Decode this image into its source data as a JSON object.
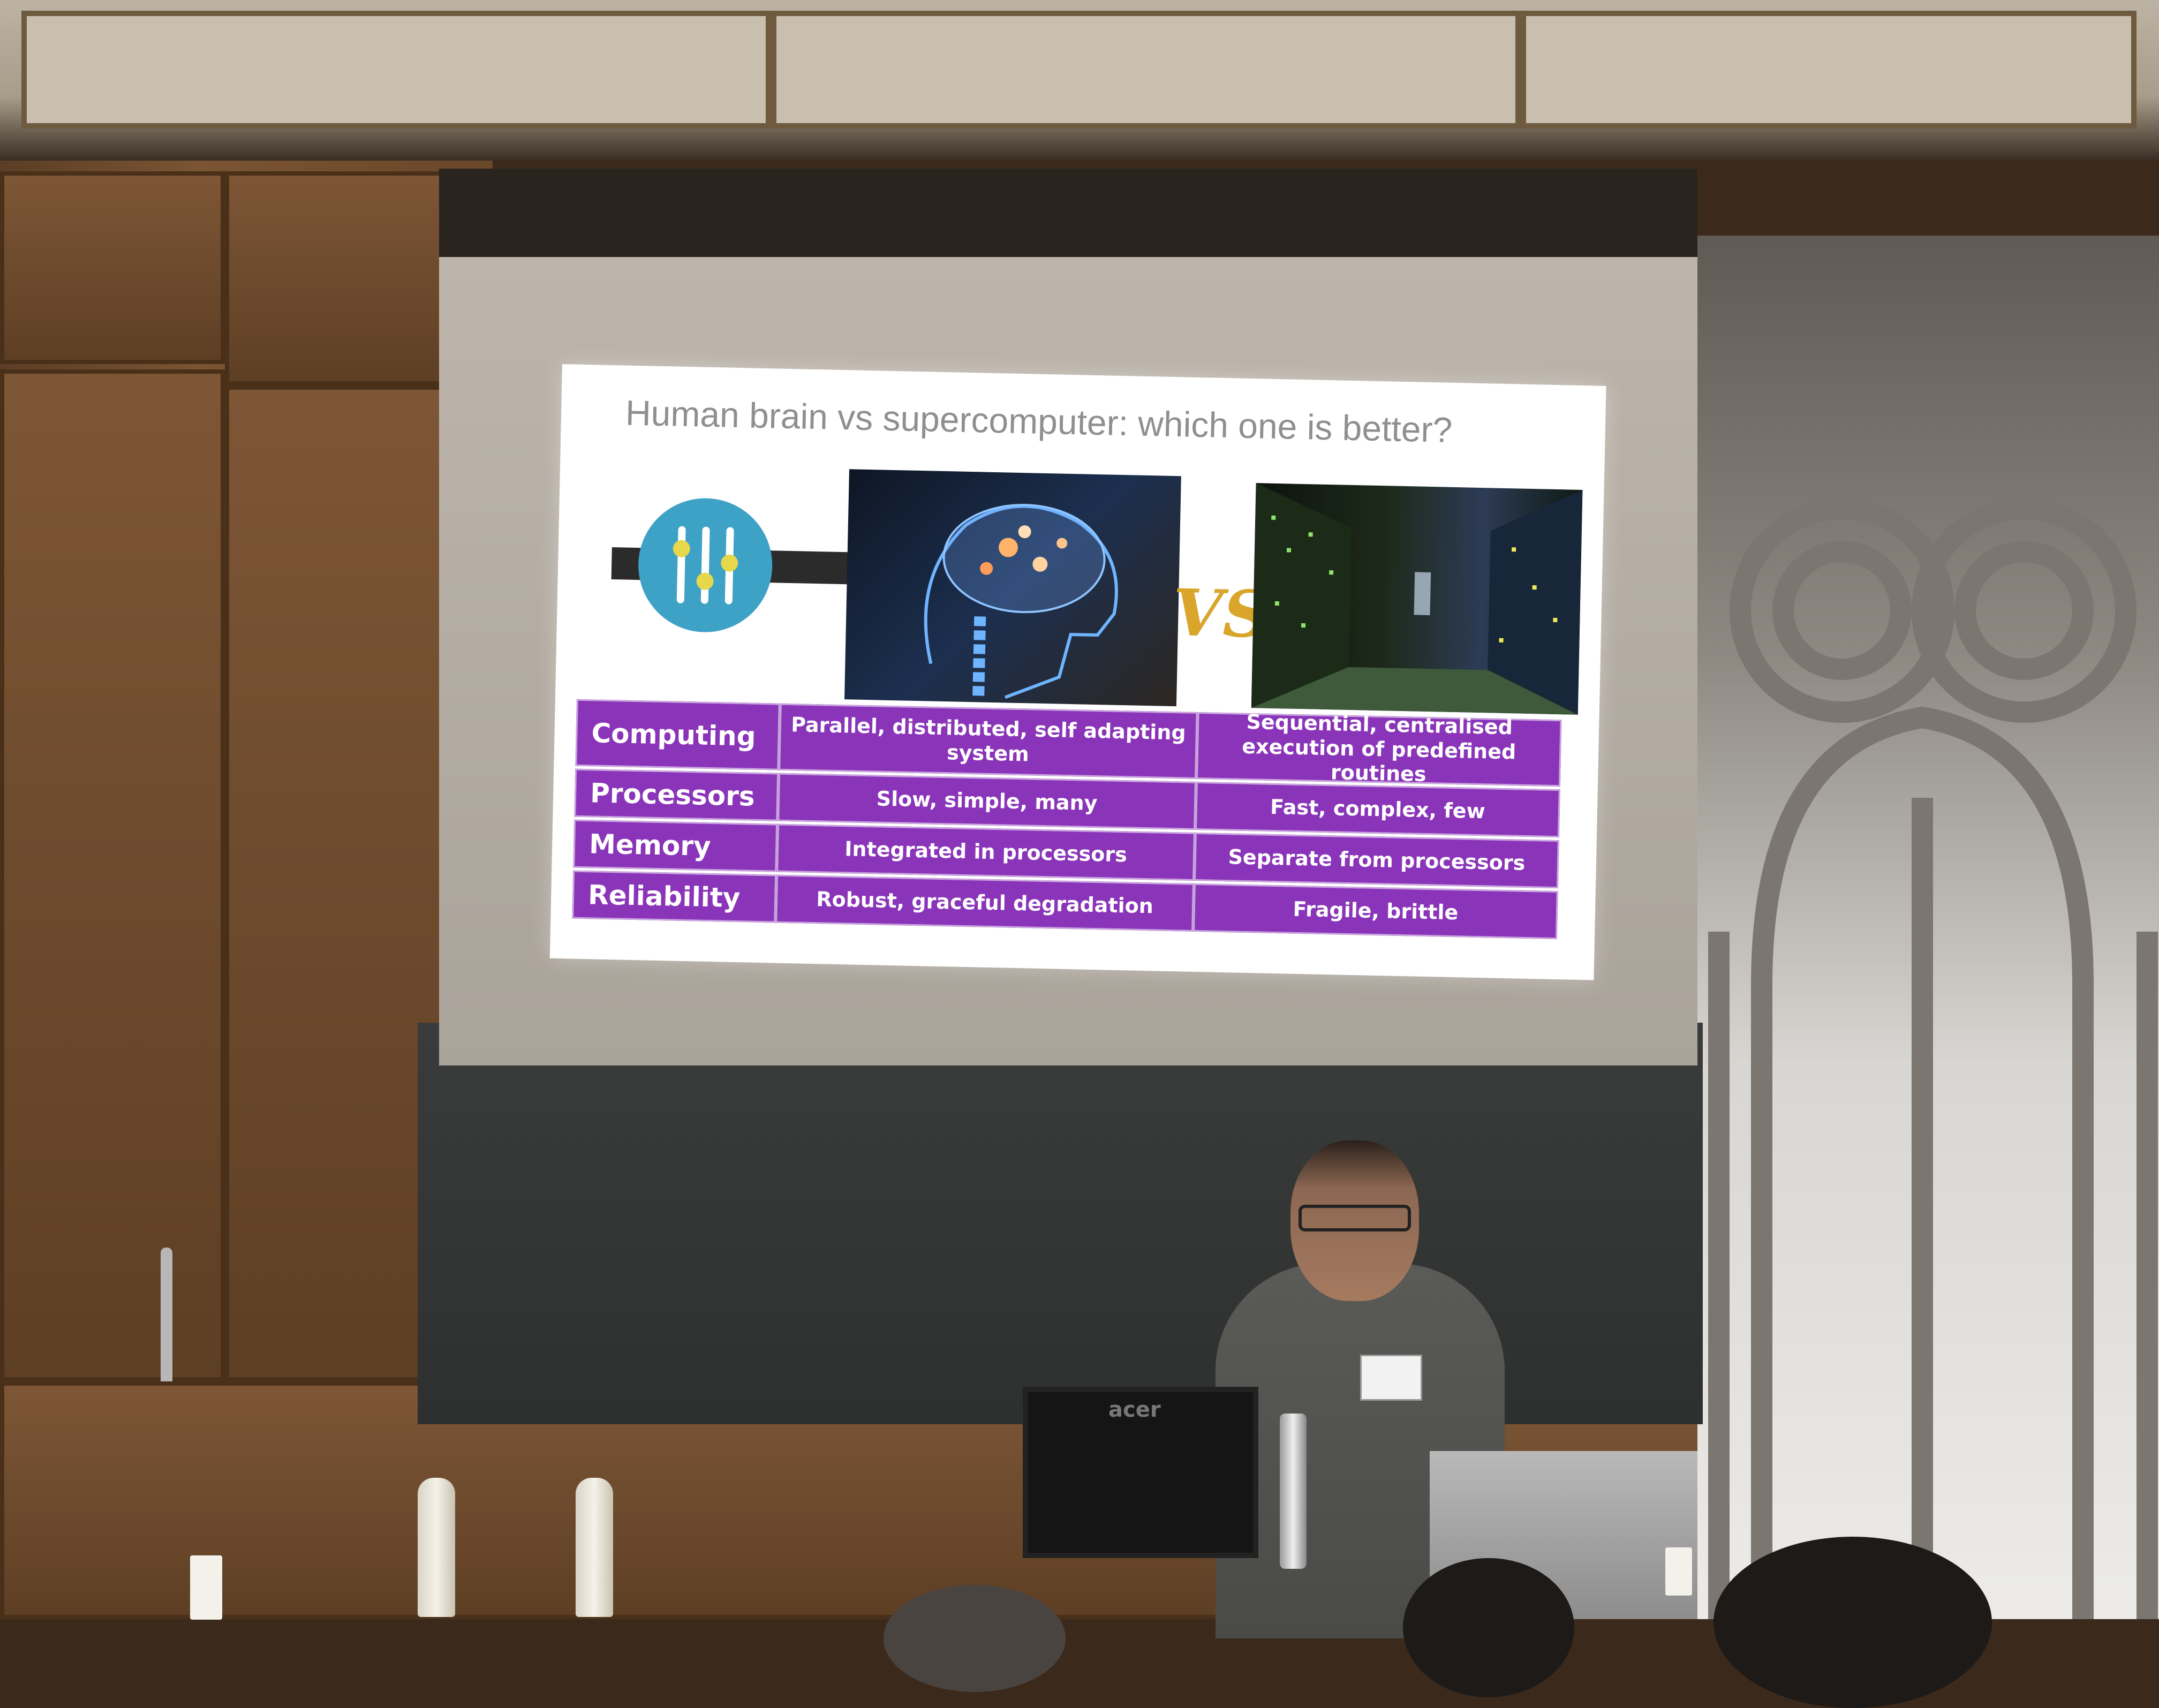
{
  "slide": {
    "title": "Human brain vs supercomputer: which one is better?",
    "vs_label": "VS",
    "rows": [
      {
        "label": "Computing",
        "brain": "Parallel, distributed, self adapting system",
        "computer": "Sequential, centralised execution of predefined routines"
      },
      {
        "label": "Processors",
        "brain": "Slow, simple, many",
        "computer": "Fast, complex, few"
      },
      {
        "label": "Memory",
        "brain": "Integrated in processors",
        "computer": "Separate from processors"
      },
      {
        "label": "Reliability",
        "brain": "Robust, graceful degradation",
        "computer": "Fragile, brittle"
      }
    ],
    "icons": [
      "sliders-icon"
    ],
    "colors": {
      "table_purple": "#8a35b9",
      "icon_blue": "#3ea2c7",
      "title_gray": "#8f8f8f"
    }
  },
  "scene": {
    "monitor_brand": "acer"
  }
}
